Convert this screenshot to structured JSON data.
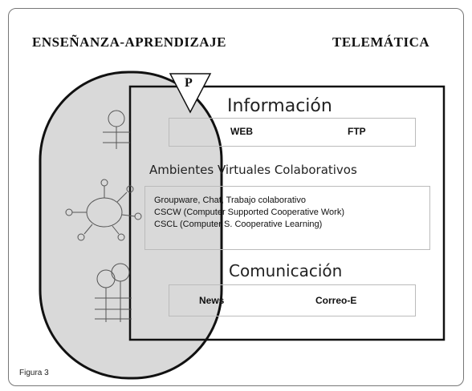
{
  "headings": {
    "left": "ENSEÑANZA-APRENDIZAJE",
    "right": "TELEMÁTICA"
  },
  "marker": "P",
  "sections": {
    "informacion": {
      "title": "Información",
      "items": [
        "WEB",
        "FTP"
      ]
    },
    "ambientes": {
      "title": "Ambientes Virtuales Colaborativos",
      "lines": [
        "Groupware,  Chat,        Trabajo colaborativo",
        "CSCW (Computer Supported Cooperative Work)",
        "CSCL (Computer S. Cooperative Learning)"
      ]
    },
    "comunicacion": {
      "title": "Comunicación",
      "items": [
        "News",
        "Correo-E"
      ]
    }
  },
  "caption": "Figura 3",
  "colors": {
    "oval_fill": "#d9d9d9",
    "stroke": "#111111"
  }
}
